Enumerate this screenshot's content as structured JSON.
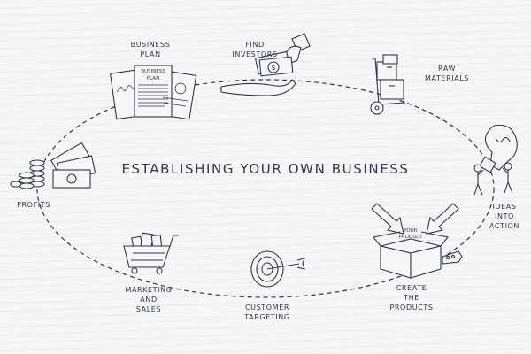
{
  "title": "ESTABLISHING YOUR OWN BUSINESS",
  "steps": [
    {
      "label": "BUSINESS\nPLAN",
      "icon": "business-plan-document-icon"
    },
    {
      "label": "FIND\nINVESTORS",
      "icon": "hands-giving-money-icon"
    },
    {
      "label": "RAW\nMATERIALS",
      "icon": "hand-truck-boxes-icon"
    },
    {
      "label": "IDEAS\nINTO\nACTION",
      "icon": "people-carrying-lightbulb-icon"
    },
    {
      "label": "CREATE\nTHE\nPRODUCTS",
      "icon": "product-box-icon"
    },
    {
      "label": "CUSTOMER\nTARGETING",
      "icon": "target-dart-icon"
    },
    {
      "label": "MARKETING\nAND\nSALES",
      "icon": "shopping-cart-icon"
    },
    {
      "label": "PROFITS",
      "icon": "money-stacks-icon"
    }
  ],
  "illustration_text": {
    "plan_doc": [
      "BUSINESS",
      "PLAN"
    ],
    "box_label": [
      "YOUR",
      "PRODUCT"
    ]
  },
  "colors": {
    "ink": "#2f3747",
    "background": "#f6f6f7"
  }
}
